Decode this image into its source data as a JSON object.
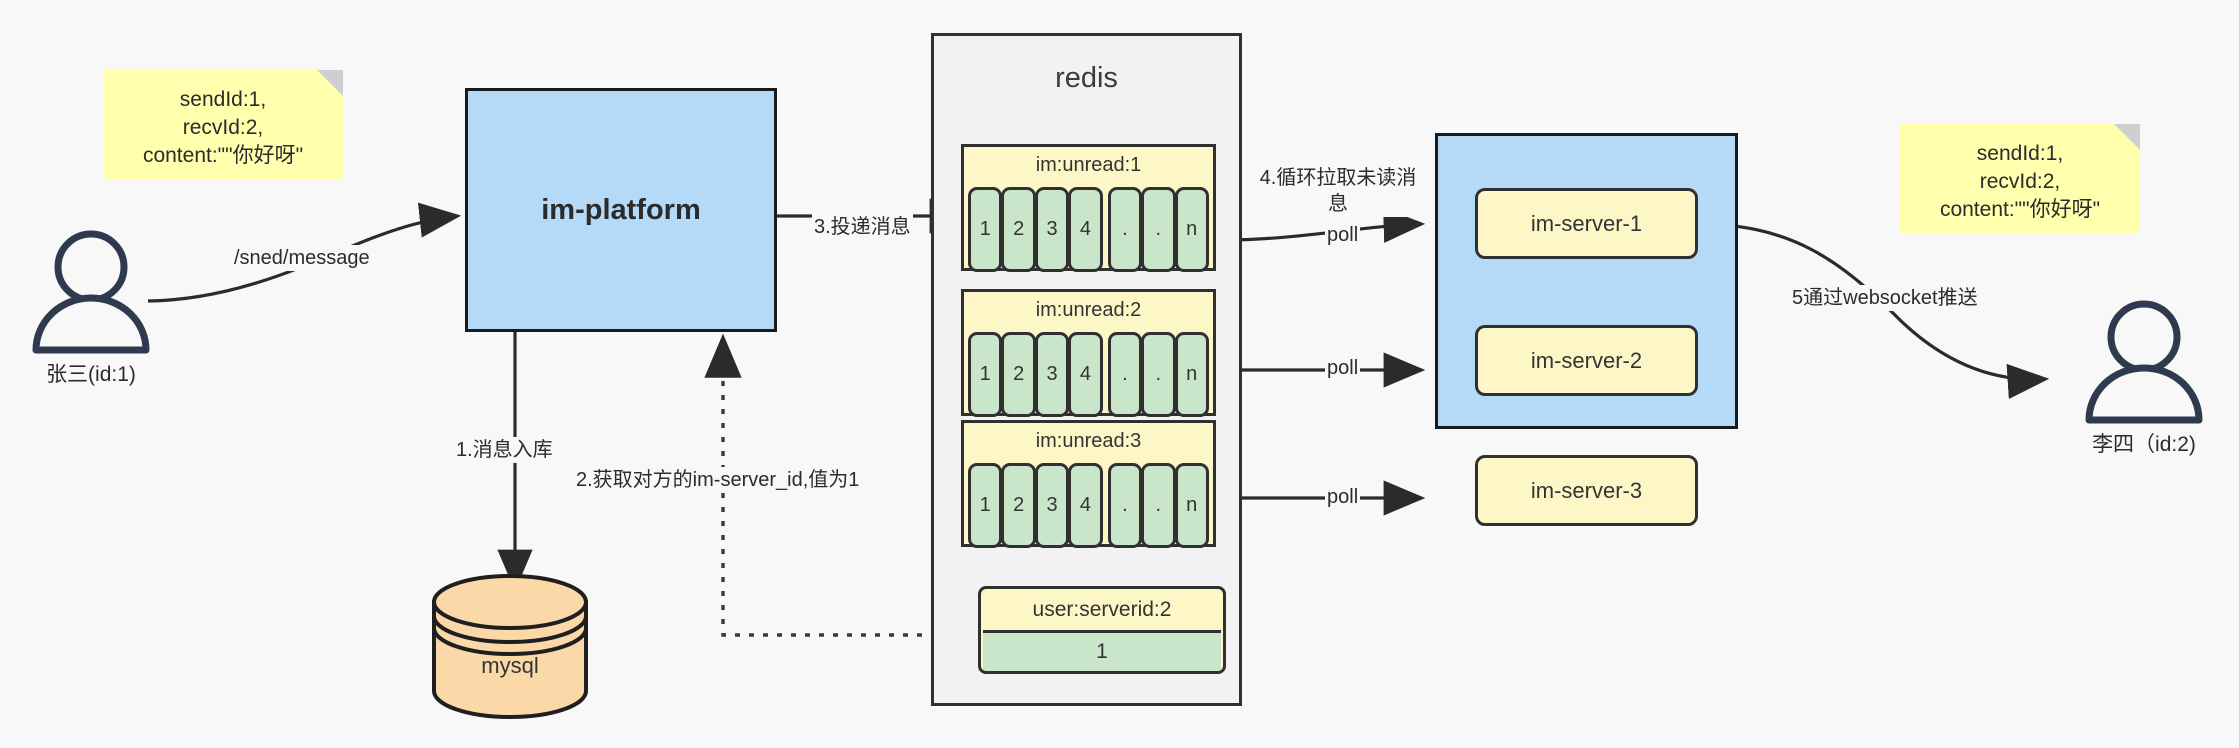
{
  "diagram": {
    "title": "IM message delivery architecture",
    "colors": {
      "note_yellow": "#ffffad",
      "block_yellow": "#fdf7c8",
      "cell_green": "#c9e6cb",
      "box_blue": "#b5daf7",
      "db_orange": "#fbd8a8",
      "stroke_dark": "#303030",
      "canvas_bg": "#f8f8f9"
    }
  },
  "notes": {
    "left": "sendId:1,\nrecvId:2,\ncontent:\"\"你好呀\"",
    "right": "sendId:1,\nrecvId:2,\ncontent:\"\"你好呀\""
  },
  "actors": {
    "sender": {
      "label": "张三(id:1)",
      "icon": "user-icon"
    },
    "receiver": {
      "label": "李四（id:2)",
      "icon": "user-icon"
    }
  },
  "nodes": {
    "platform": "im-platform",
    "redis_title": "redis",
    "mysql": "mysql"
  },
  "redis": {
    "keys": [
      {
        "name": "im:unread:1",
        "cells": [
          "1",
          "2",
          "3",
          "4",
          ".",
          ".",
          "n"
        ]
      },
      {
        "name": "im:unread:2",
        "cells": [
          "1",
          "2",
          "3",
          "4",
          ".",
          ".",
          "n"
        ]
      },
      {
        "name": "im:unread:3",
        "cells": [
          "1",
          "2",
          "3",
          "4",
          ".",
          ".",
          "n"
        ]
      }
    ],
    "serverid": {
      "name": "user:serverid:2",
      "value": "1"
    }
  },
  "servers": [
    {
      "label": "im-server-1"
    },
    {
      "label": "im-server-2"
    },
    {
      "label": "im-server-3"
    }
  ],
  "edges": {
    "send_message": "/sned/message",
    "step1": "1.消息入库",
    "step2": "2.获取对方的im-server_id,值为1",
    "step3": "3.投递消息",
    "step4": "4.循环拉取未读消\n息",
    "step5": "5通过websocket推送",
    "poll1": "poll",
    "poll2": "poll",
    "poll3": "poll"
  }
}
